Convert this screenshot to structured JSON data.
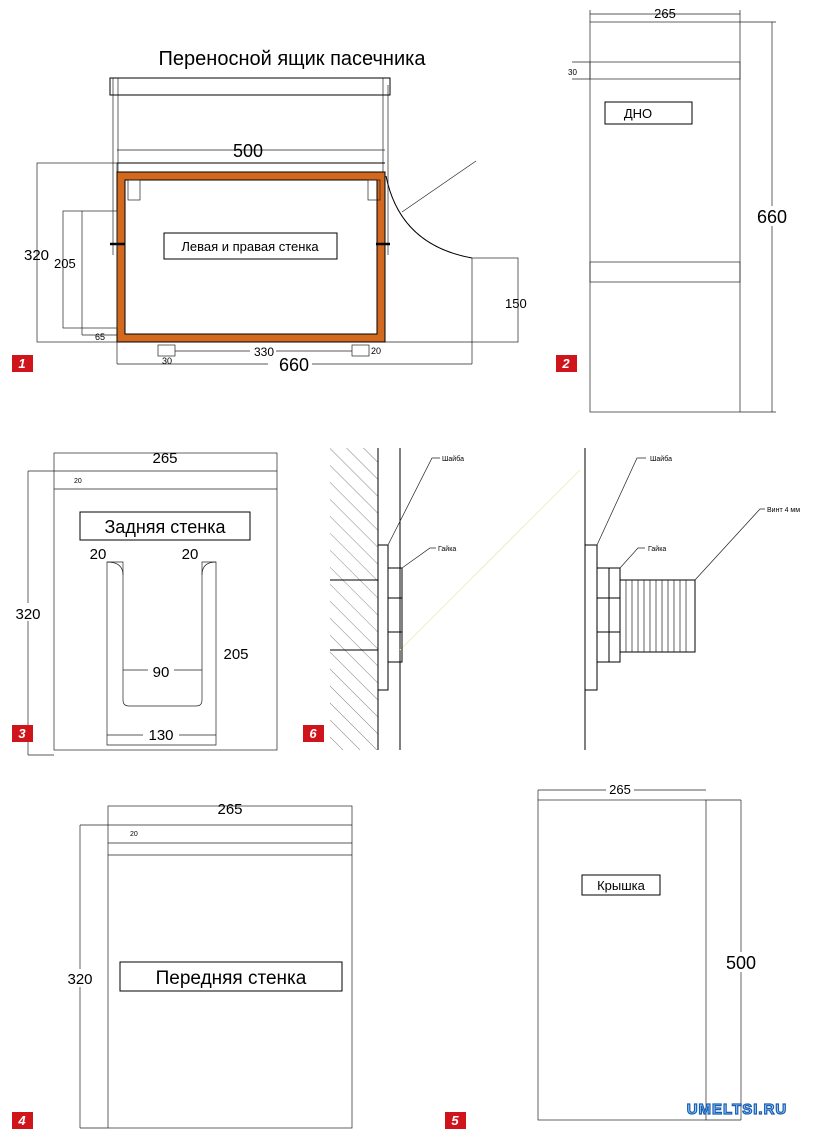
{
  "title": "Переносной ящик  пасечника",
  "colors": {
    "wood": "#d2691e",
    "hatch": "#e6e6b4",
    "badge": "#d0141c",
    "watermark": "#3a8fe0"
  },
  "panel1": {
    "badge": "1",
    "label": "Левая и правая стенка",
    "dims": {
      "d500": "500",
      "d320": "320",
      "d205": "205",
      "d65": "65",
      "d150": "150",
      "d330": "330",
      "d30": "30",
      "d20": "20",
      "d660": "660"
    }
  },
  "panel2": {
    "badge": "2",
    "label": "ДНО",
    "dims": {
      "d265": "265",
      "d30": "30",
      "d660": "660"
    }
  },
  "panel3": {
    "badge": "3",
    "label": "Задняя стенка",
    "dims": {
      "d265": "265",
      "d20top": "20",
      "d320": "320",
      "d20a": "20",
      "d20b": "20",
      "d90": "90",
      "d205": "205",
      "d130": "130"
    }
  },
  "panel6": {
    "badge": "6",
    "washer_a": "Шайба",
    "nut_a": "Гайка",
    "washer_b": "Шайба",
    "nut_b": "Гайка",
    "screw": "Винт 4 мм"
  },
  "panel4": {
    "badge": "4",
    "label": "Передняя стенка",
    "dims": {
      "d265": "265",
      "d20": "20",
      "d320": "320"
    }
  },
  "panel5": {
    "badge": "5",
    "label": "Крышка",
    "dims": {
      "d265": "265",
      "d500": "500"
    }
  },
  "watermark": "UMELTSI.RU"
}
